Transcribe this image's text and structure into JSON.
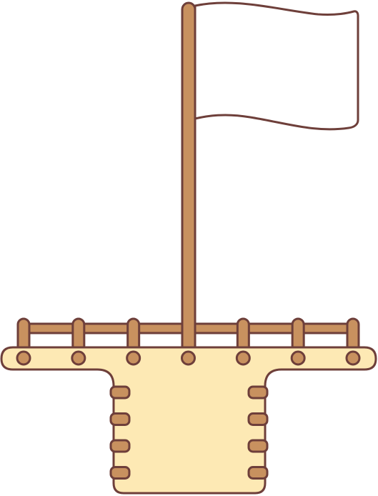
{
  "illustration": {
    "subject": "crows-nest-with-flag",
    "colors": {
      "outline": "#6e3f3a",
      "wood": "#c8915f",
      "platform": "#fde9b4",
      "flag": "#ffffff",
      "background": "#ffffff"
    },
    "counts": {
      "railing_posts": 7,
      "platform_bolts": 7,
      "side_pegs_per_side": 4
    }
  }
}
